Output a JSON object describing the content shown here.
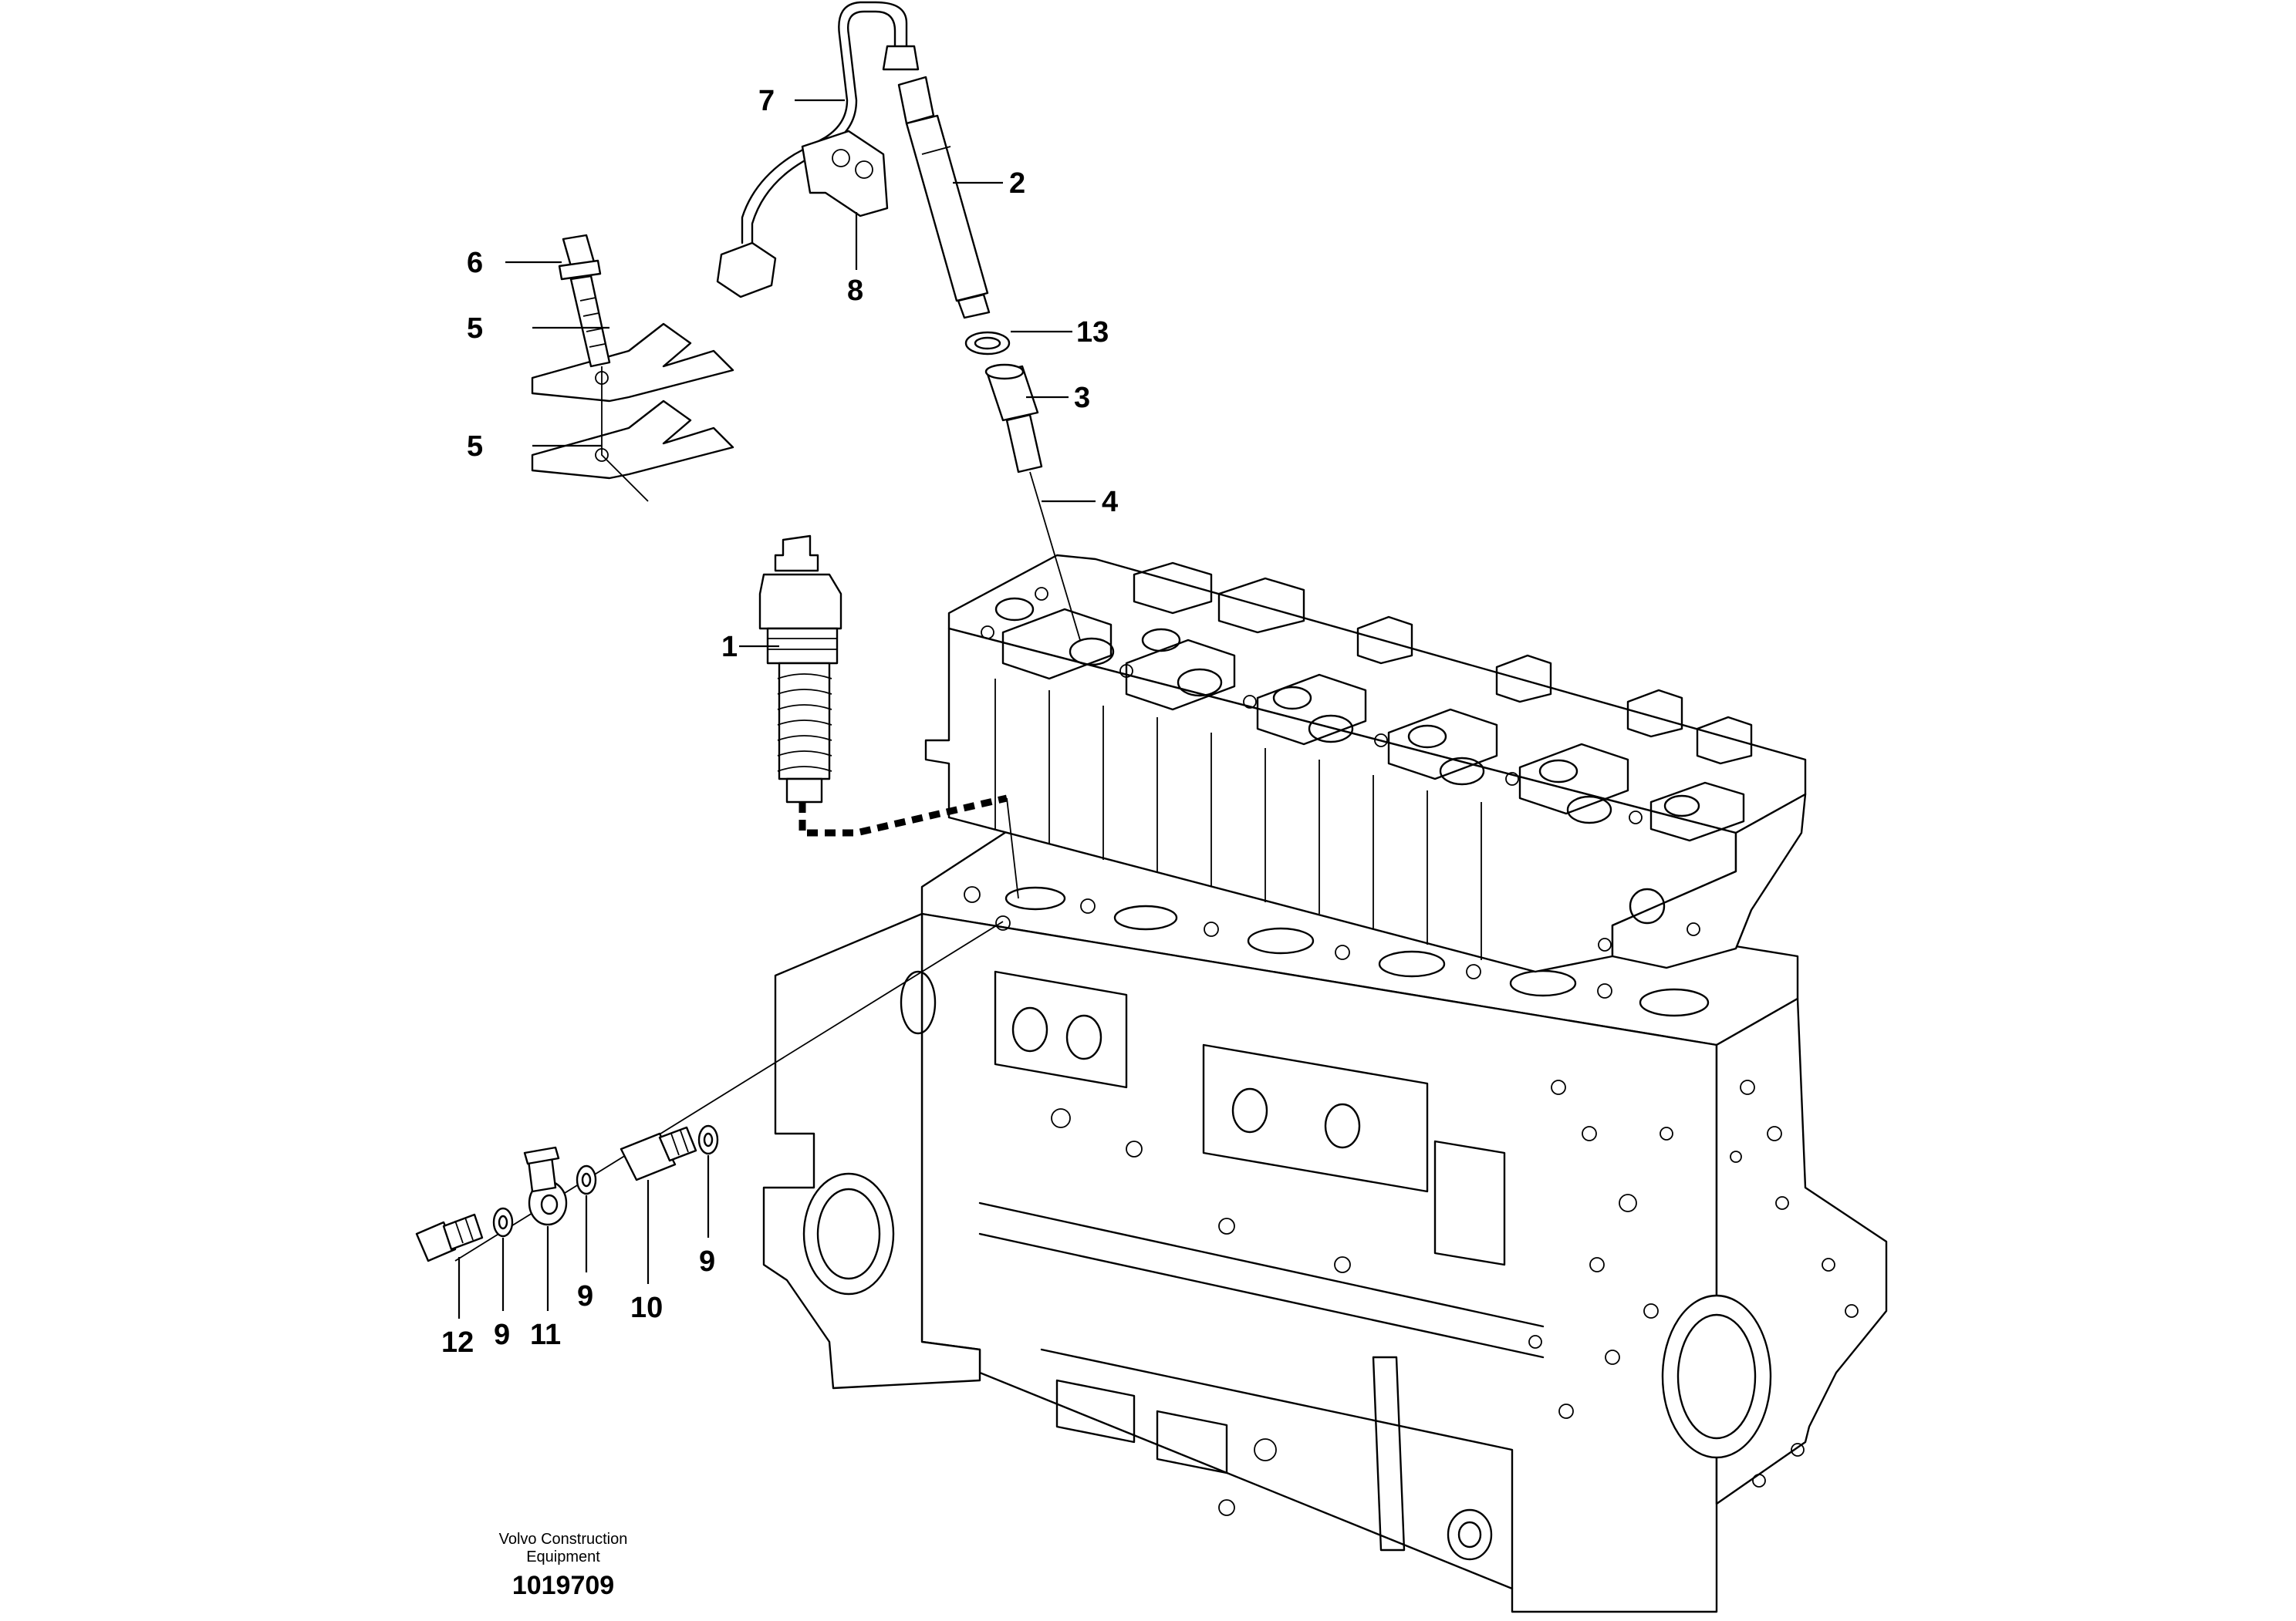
{
  "callouts": {
    "c1": "1",
    "c2": "2",
    "c3": "3",
    "c4": "4",
    "c5a": "5",
    "c5b": "5",
    "c6": "6",
    "c7": "7",
    "c8": "8",
    "c9a": "9",
    "c9b": "9",
    "c9c": "9",
    "c10": "10",
    "c11": "11",
    "c12": "12",
    "c13": "13"
  },
  "credit": {
    "company": "Volvo Construction Equipment",
    "figure_number": "1019709"
  }
}
